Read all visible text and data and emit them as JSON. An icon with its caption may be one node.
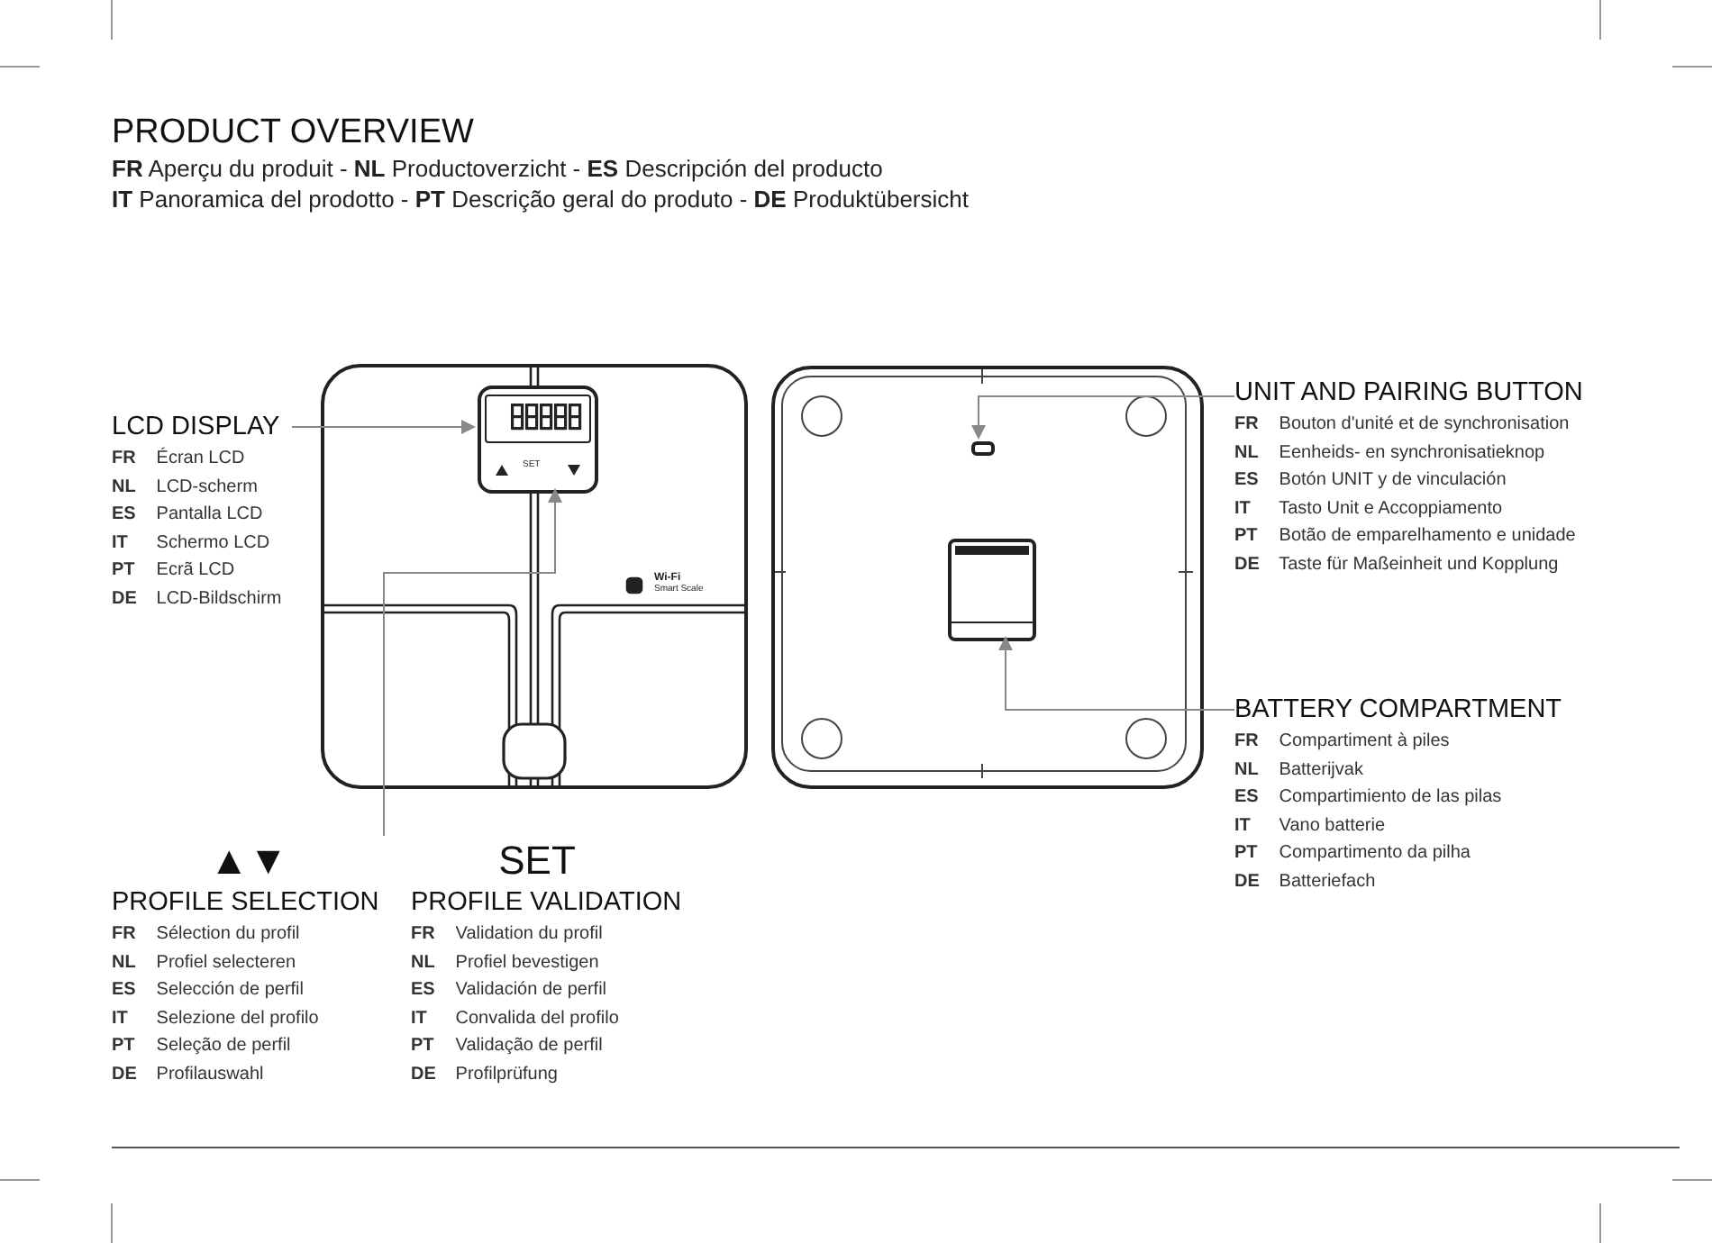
{
  "diagram": {
    "title": "PRODUCT OVERVIEW",
    "nodes": [
      {
        "text": [
          "LCD DISPLAY",
          "**FR** Écran LCD",
          "**NL** LCD-scherm",
          "**ES** Pantalla LCD",
          "**IT** Schermo LCD",
          "**PT** Ecrã LCD",
          "**DE** LCD-Bildschirm"
        ]
      },
      {
        "text": [],
        "shape": "box"
      },
      {
        "text": [],
        "shape": "box",
        "in": 1
      },
      {
        "text": [],
        "shape": "box"
      },
      {
        "text": [],
        "shape": "box",
        "in": 3
      },
      {
        "text": [],
        "shape": "box",
        "in": 3
      },
      {
        "text": [
          "UNIT AND PAIRING BUTTON",
          "**FR** Bouton d'unité et de synchronisation",
          "**NL** Eenheids- en synchronisatieknop",
          "**ES** Botón UNIT y de vinculación",
          "**IT** Tasto Unit e Accoppiamento",
          "**PT** Botão de emparelhamento e unidade",
          "**DE** Taste für Maßeinheit und Kopplung"
        ]
      },
      {
        "text": [
          "BATTERY COMPARTMENT",
          "**FR** Compartiment à piles",
          "**NL** Batterijvak",
          "**ES** Compartimiento de las pilas",
          "**IT** Vano batterie",
          "**PT** Compartimento da pilha",
          "**DE** Batteriefach"
        ]
      },
      {
        "text": [
          "▲▼",
          "PROFILE SELECTION",
          "**FR** Sélection du profil",
          "**NL** Profiel selecteren",
          "**ES** Selección de perfil",
          "**IT** Selezione del profilo",
          "**PT** Seleção de perfil",
          "**DE** Profilauswahl"
        ]
      },
      {
        "text": [
          "SET",
          "PROFILE VALIDATION",
          "**FR** Validation du profil",
          "**NL** Profiel bevestigen",
          "**ES** Validación de perfil",
          "**IT** Convalida del profilo",
          "**PT** Validação de perfil",
          "**DE** Profilprüfung"
        ]
      }
    ],
    "edges": [
      {
        "from": 0,
        "to": 2,
        "arrow": "to"
      },
      {
        "from": 8,
        "to": 2,
        "arrow": "to"
      },
      {
        "from": 6,
        "to": 4,
        "arrow": "to"
      },
      {
        "from": 7,
        "to": 5,
        "arrow": "to"
      }
    ],
    "labels": [
      "**FR** Aperçu du produit - **NL** Productoverzicht - **ES** Descripción del producto",
      "**IT** Panoramica del prodotto - **PT** Descrição geral do produto - **DE** Produktübersicht",
      "SET",
      "Wi-Fi",
      "Smart Scale"
    ]
  }
}
